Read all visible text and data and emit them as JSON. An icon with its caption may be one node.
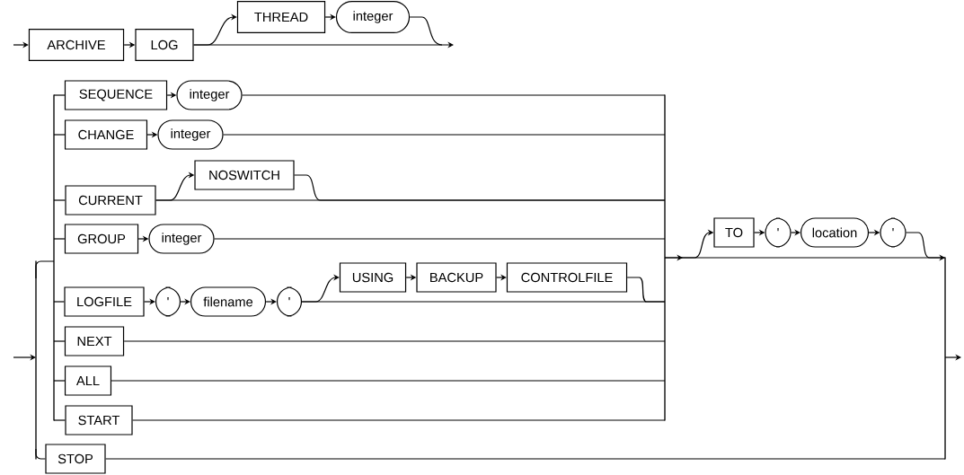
{
  "diagram": {
    "nodes": [
      {
        "text": [
          "ARCHIVE"
        ]
      },
      {
        "text": [
          "LOG"
        ]
      },
      {
        "text": [
          "THREAD"
        ]
      },
      {
        "text": [
          "integer"
        ]
      },
      {
        "text": [
          "SEQUENCE"
        ]
      },
      {
        "text": [
          "integer"
        ]
      },
      {
        "text": [
          "CHANGE"
        ]
      },
      {
        "text": [
          "integer"
        ]
      },
      {
        "text": [
          "CURRENT"
        ]
      },
      {
        "text": [
          "NOSWITCH"
        ]
      },
      {
        "text": [
          "GROUP"
        ]
      },
      {
        "text": [
          "integer"
        ]
      },
      {
        "text": [
          "LOGFILE"
        ]
      },
      {
        "text": [
          "'"
        ]
      },
      {
        "text": [
          "filename"
        ]
      },
      {
        "text": [
          "'"
        ]
      },
      {
        "text": [
          "USING"
        ]
      },
      {
        "text": [
          "BACKUP"
        ]
      },
      {
        "text": [
          "CONTROLFILE"
        ]
      },
      {
        "text": [
          "NEXT"
        ]
      },
      {
        "text": [
          "ALL"
        ]
      },
      {
        "text": [
          "START"
        ]
      },
      {
        "text": [
          "STOP"
        ]
      },
      {
        "text": [
          "TO"
        ]
      },
      {
        "text": [
          "'"
        ]
      },
      {
        "text": [
          "location"
        ]
      },
      {
        "text": [
          "'"
        ]
      },
      {
        "text": [],
        "shape": "bar"
      },
      {
        "text": [],
        "shape": "bar"
      },
      {
        "text": [],
        "shape": "bar"
      },
      {
        "text": [],
        "shape": "bar"
      }
    ],
    "edges": [
      {
        "from": null,
        "to": 0,
        "arrow": "to"
      },
      {
        "from": 0,
        "to": 1,
        "arrow": "to"
      },
      {
        "from": 1,
        "to": 2,
        "arrow": "to"
      },
      {
        "from": 2,
        "to": 3,
        "arrow": "to"
      },
      {
        "from": 1,
        "to": null,
        "arrow": "to"
      },
      {
        "from": 3,
        "to": null,
        "arrow": "none"
      },
      {
        "from": null,
        "to": 27,
        "arrow": "to"
      },
      {
        "from": 27,
        "to": 28,
        "arrow": "none"
      },
      {
        "from": 27,
        "to": 22,
        "arrow": "none"
      },
      {
        "from": 28,
        "to": 4,
        "arrow": "none"
      },
      {
        "from": 28,
        "to": 6,
        "arrow": "none"
      },
      {
        "from": 28,
        "to": 8,
        "arrow": "none"
      },
      {
        "from": 28,
        "to": 10,
        "arrow": "none"
      },
      {
        "from": 28,
        "to": 12,
        "arrow": "none"
      },
      {
        "from": 28,
        "to": 19,
        "arrow": "none"
      },
      {
        "from": 28,
        "to": 20,
        "arrow": "none"
      },
      {
        "from": 28,
        "to": 21,
        "arrow": "none"
      },
      {
        "from": 4,
        "to": 5,
        "arrow": "to"
      },
      {
        "from": 6,
        "to": 7,
        "arrow": "to"
      },
      {
        "from": 8,
        "to": 9,
        "arrow": "to"
      },
      {
        "from": 10,
        "to": 11,
        "arrow": "to"
      },
      {
        "from": 12,
        "to": 13,
        "arrow": "to"
      },
      {
        "from": 13,
        "to": 14,
        "arrow": "to"
      },
      {
        "from": 14,
        "to": 15,
        "arrow": "to"
      },
      {
        "from": 15,
        "to": 16,
        "arrow": "to"
      },
      {
        "from": 16,
        "to": 17,
        "arrow": "to"
      },
      {
        "from": 17,
        "to": 18,
        "arrow": "to"
      },
      {
        "from": 5,
        "to": 29,
        "arrow": "none"
      },
      {
        "from": 7,
        "to": 29,
        "arrow": "none"
      },
      {
        "from": 8,
        "to": 29,
        "arrow": "none"
      },
      {
        "from": 9,
        "to": 29,
        "arrow": "none"
      },
      {
        "from": 11,
        "to": 29,
        "arrow": "none"
      },
      {
        "from": 15,
        "to": 29,
        "arrow": "none"
      },
      {
        "from": 18,
        "to": 29,
        "arrow": "none"
      },
      {
        "from": 19,
        "to": 29,
        "arrow": "none"
      },
      {
        "from": 20,
        "to": 29,
        "arrow": "none"
      },
      {
        "from": 21,
        "to": 29,
        "arrow": "none"
      },
      {
        "from": 29,
        "to": 30,
        "arrow": "to"
      },
      {
        "from": 29,
        "to": 23,
        "arrow": "to"
      },
      {
        "from": 23,
        "to": 24,
        "arrow": "to"
      },
      {
        "from": 24,
        "to": 25,
        "arrow": "to"
      },
      {
        "from": 25,
        "to": 26,
        "arrow": "to"
      },
      {
        "from": 26,
        "to": 30,
        "arrow": "none"
      },
      {
        "from": 22,
        "to": 30,
        "arrow": "none"
      },
      {
        "from": 30,
        "to": null,
        "arrow": "to"
      }
    ]
  }
}
